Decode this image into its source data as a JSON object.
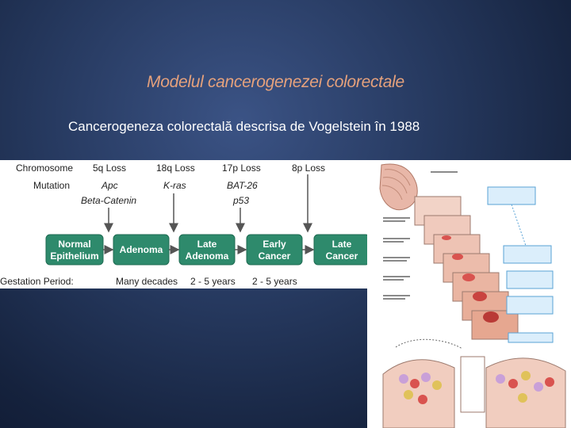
{
  "slide": {
    "title": "Modelul cancerogenezei colorectale",
    "subtitle": "Cancerogeneza colorectală descrisa de Vogelstein în 1988"
  },
  "diagram": {
    "row_labels": {
      "chromosome": "Chromosome",
      "mutation": "Mutation",
      "gestation": "Gestation Period:"
    },
    "losses": [
      "5q Loss",
      "18q Loss",
      "17p Loss",
      "8p Loss"
    ],
    "mutations": [
      "Apc",
      "Beta-Catenin",
      "K-ras",
      "BAT-26",
      "p53"
    ],
    "stages": [
      {
        "line1": "Normal",
        "line2": "Epithelium"
      },
      {
        "line1": "Adenoma",
        "line2": ""
      },
      {
        "line1": "Late",
        "line2": "Adenoma"
      },
      {
        "line1": "Early",
        "line2": "Cancer"
      },
      {
        "line1": "Late",
        "line2": "Cancer"
      }
    ],
    "gestation": [
      "Many decades",
      "2 - 5 years",
      "2 - 5 years"
    ],
    "colors": {
      "box": "#2e8a6c",
      "arrow": "#555555",
      "box_border": "#1f6b52"
    }
  },
  "figure": {
    "colors": {
      "tissue": "#e8b7a8",
      "tumor": "#d9534f",
      "callout": "#dbeefb",
      "callout_border": "#5aa3d6"
    }
  }
}
